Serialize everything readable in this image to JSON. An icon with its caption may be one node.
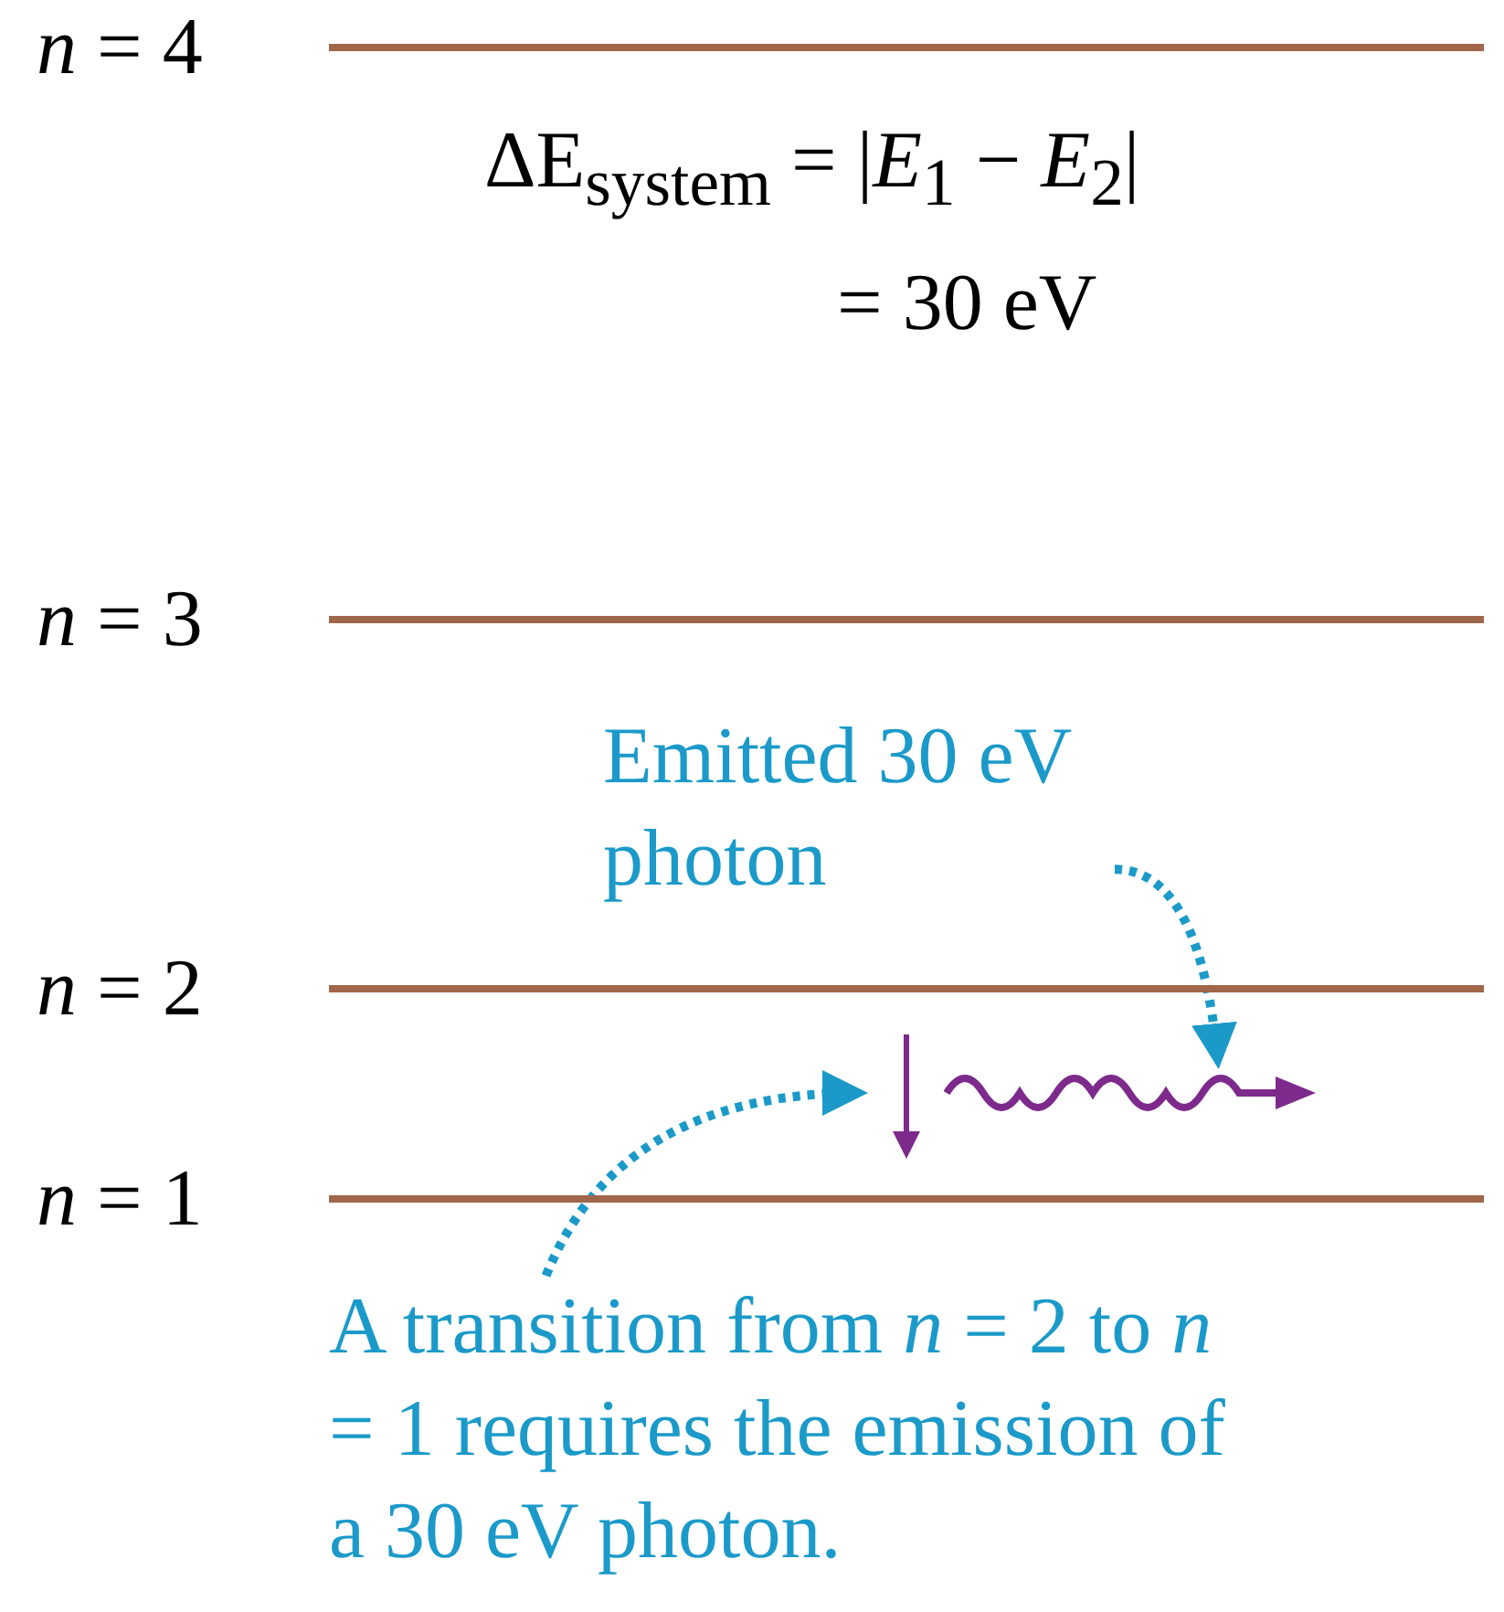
{
  "diagram": {
    "nodes": [
      {
        "text": [
          "*n* = 4"
        ]
      },
      {
        "text": [
          "*n* = 3"
        ]
      },
      {
        "text": [
          "*n* = 2"
        ]
      },
      {
        "text": [
          "*n* = 1"
        ]
      },
      {
        "text": [],
        "shape": "picture"
      },
      {
        "text": [
          "Emitted 30 eV photon"
        ]
      },
      {
        "text": [
          "A transition from *n* = 2 to *n* = 1 requires the emission of a 30 eV photon."
        ]
      }
    ],
    "edges": [
      {
        "from": 2,
        "to": 3,
        "arrow": "to",
        "color": "#7d2a8c"
      },
      {
        "from": 5,
        "to": 4,
        "arrow": "to",
        "style": "dashed",
        "color": "#1b9ac9"
      },
      {
        "from": 6,
        "to": null,
        "arrow": "to",
        "style": "dashed",
        "color": "#1b9ac9"
      }
    ],
    "labels": [
      "ΔE$_{system}$ = |*E*$_{1}$ − *E*$_{2}$|",
      "= 30 eV"
    ]
  }
}
